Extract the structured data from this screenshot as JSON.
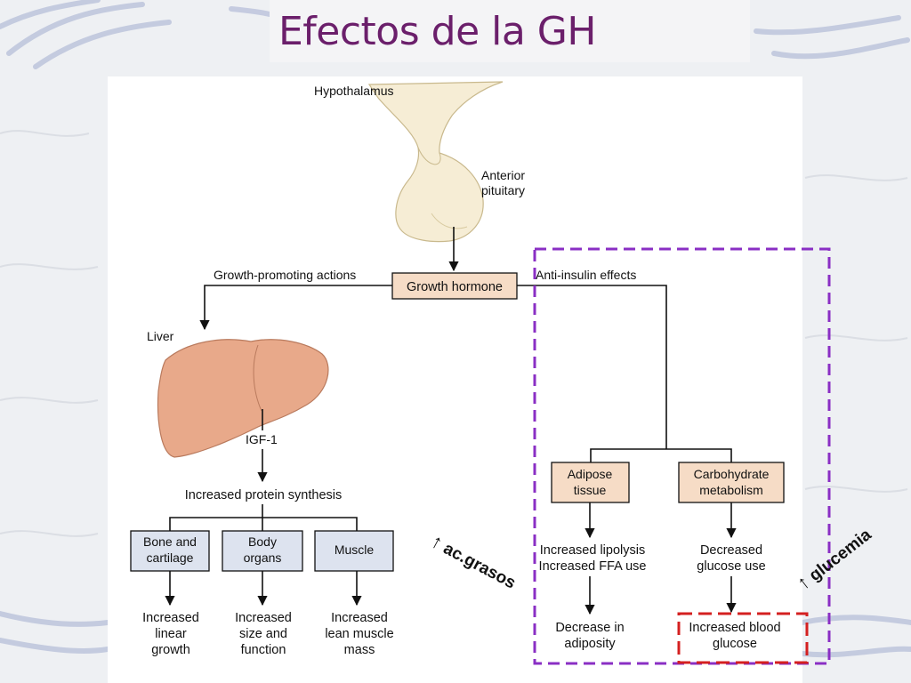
{
  "slide": {
    "title": "Efectos de la GH"
  },
  "anatomy": {
    "hypothalamus": "Hypothalamus",
    "pituitary_line1": "Anterior",
    "pituitary_line2": "pituitary",
    "liver": "Liver"
  },
  "hub": {
    "hormone": "Growth hormone",
    "left_branch": "Growth-promoting actions",
    "right_branch": "Anti-insulin effects"
  },
  "growth": {
    "mediator": "IGF-1",
    "protein": "Increased protein synthesis",
    "targets": [
      {
        "line1": "Bone and",
        "line2": "cartilage"
      },
      {
        "line1": "Body",
        "line2": "organs"
      },
      {
        "line1": "Muscle",
        "line2": ""
      }
    ],
    "outcomes": [
      {
        "line1": "Increased",
        "line2": "linear",
        "line3": "growth"
      },
      {
        "line1": "Increased",
        "line2": "size and",
        "line3": "function"
      },
      {
        "line1": "Increased",
        "line2": "lean muscle",
        "line3": "mass"
      }
    ]
  },
  "metabolic": {
    "adipose": {
      "line1": "Adipose",
      "line2": "tissue"
    },
    "carbohydrate": {
      "line1": "Carbohydrate",
      "line2": "metabolism"
    },
    "lipolysis": {
      "line1": "Increased lipolysis",
      "line2": "Increased FFA use"
    },
    "glucose_use": {
      "line1": "Decreased",
      "line2": "glucose use"
    },
    "adiposity": {
      "line1": "Decrease in",
      "line2": "adiposity"
    },
    "blood_glucose": {
      "line1": "Increased blood",
      "line2": "glucose"
    }
  },
  "annotations": {
    "fatty_acids": "ac.grasos",
    "glycemia": "glucemia",
    "arrow_glyph": "↑"
  },
  "colors": {
    "title": "#6b1f6b",
    "box_fill": "#f6dcc6",
    "box_fill_light": "#fbeadc",
    "anti_insulin_frame": "#8a2fc4",
    "glucose_frame": "#d42020",
    "liver": "#e8a98a",
    "pituitary": "#f6edd5"
  }
}
